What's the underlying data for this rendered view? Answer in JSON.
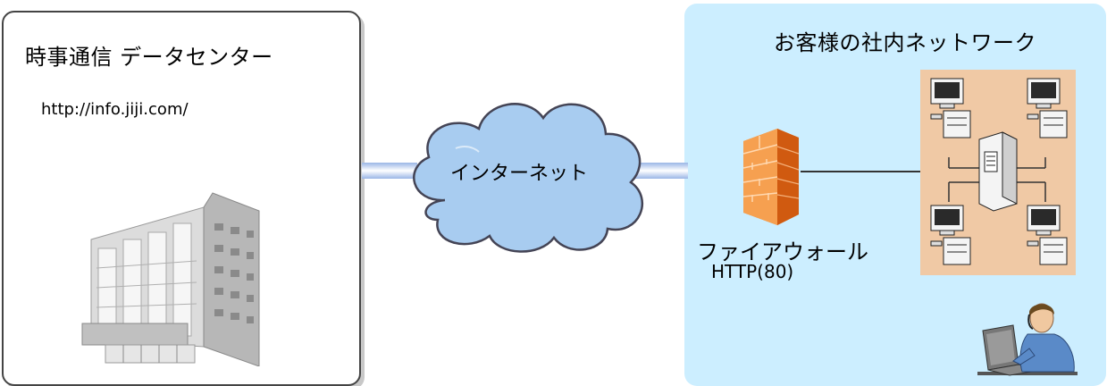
{
  "datacenter": {
    "title": "時事通信 データセンター",
    "url": "http://info.jiji.com/"
  },
  "internet": {
    "label": "インターネット"
  },
  "customer": {
    "title": "お客様の社内ネットワーク",
    "firewall_label": "ファイアウォール",
    "firewall_port": "HTTP(80)"
  },
  "colors": {
    "network_bg": "#cceeff",
    "cloud_fill": "#a8ccf0",
    "firewall_orange": "#f07a20",
    "lan_panel": "#f0c9a5"
  },
  "icons": [
    "building-icon",
    "cloud-icon",
    "firewall-icon",
    "computer-icon",
    "server-icon",
    "person-icon"
  ]
}
